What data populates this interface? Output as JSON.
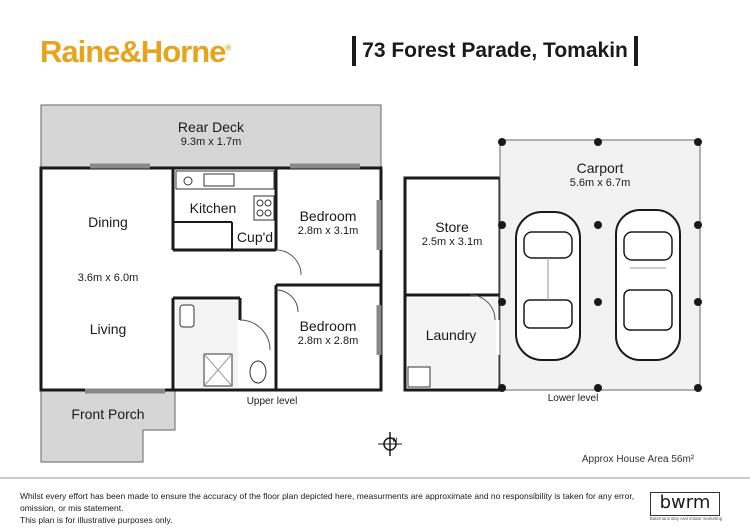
{
  "header": {
    "brand": "Raine&Horne",
    "brand_mark": "®",
    "address": "73 Forest Parade, Tomakin"
  },
  "upper": {
    "rear_deck": {
      "name": "Rear Deck",
      "dim": "9.3m x 1.7m"
    },
    "dining": "Dining",
    "living_dim": "3.6m x 6.0m",
    "living": "Living",
    "kitchen": "Kitchen",
    "cupd": "Cup'd",
    "bedroom1": {
      "name": "Bedroom",
      "dim": "2.8m x 3.1m"
    },
    "bedroom2": {
      "name": "Bedroom",
      "dim": "2.8m x 2.8m"
    },
    "front_porch": "Front Porch",
    "level": "Upper level"
  },
  "lower": {
    "store": {
      "name": "Store",
      "dim": "2.5m x 3.1m"
    },
    "laundry": "Laundry",
    "carport": {
      "name": "Carport",
      "dim": "5.6m x 6.7m"
    },
    "level": "Lower level"
  },
  "compass": "N",
  "area": "Approx House Area 56m²",
  "disclaimer": {
    "line1": "Whilst every effort has been made to ensure the accuracy of the floor plan depicted here, measurments are approximate and no responsibility is taken for any error, omission, or mis statement.",
    "line2": "This plan is for illustrative purposes only."
  },
  "badge": {
    "text": "bwrm",
    "sub": "Batemans Bay real estate marketing"
  },
  "colors": {
    "brand": "#e8a31c",
    "deck": "#d6d6d6",
    "wall": "#1a1a1a"
  }
}
